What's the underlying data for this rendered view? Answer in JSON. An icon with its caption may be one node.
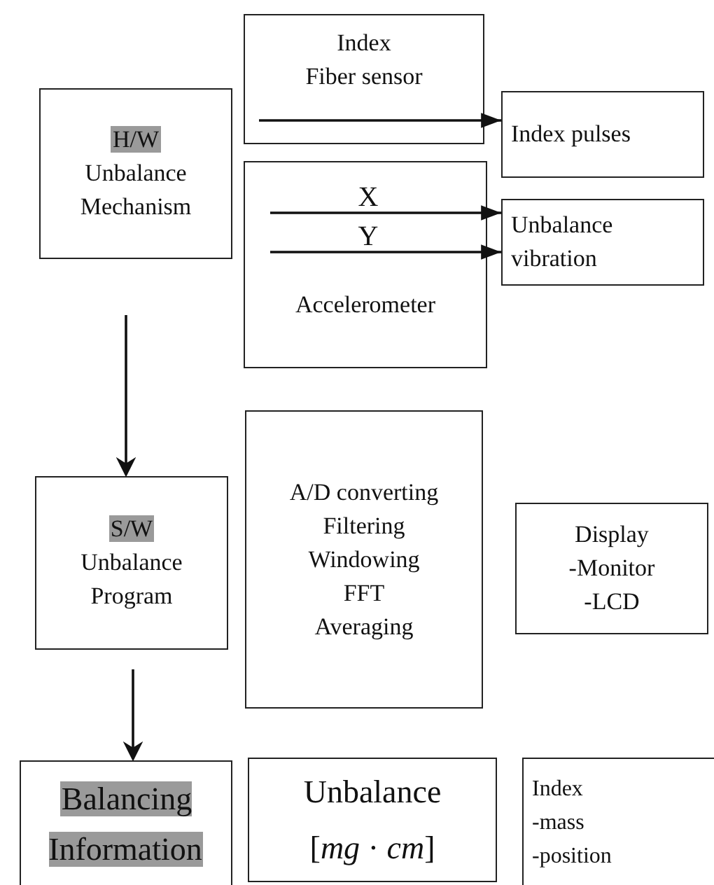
{
  "diagram": {
    "nodes": [
      {
        "text": [
          "H/W",
          "Unbalance Mechanism"
        ]
      },
      {
        "text": [
          "Index",
          "Fiber sensor"
        ]
      },
      {
        "text": [
          "Accelerometer"
        ]
      },
      {
        "text": [
          "Index pulses"
        ]
      },
      {
        "text": [
          "Unbalance vibration"
        ]
      },
      {
        "text": [
          "S/W",
          "Unbalance Program"
        ]
      },
      {
        "text": [
          "A/D converting",
          "Filtering",
          "Windowing",
          "FFT",
          "Averaging"
        ]
      },
      {
        "text": [
          "Display",
          "-Monitor",
          "-LCD"
        ]
      },
      {
        "text": [
          "Balancing Information"
        ]
      },
      {
        "text": [
          "Unbalance",
          "[*mg* · *cm*]"
        ]
      },
      {
        "text": [
          "Index",
          "-mass",
          "-position"
        ]
      }
    ],
    "edges": [
      {
        "from": 1,
        "to": 3,
        "arrow": "to"
      },
      {
        "from": 2,
        "to": 4,
        "arrow": "to",
        "label": "X"
      },
      {
        "from": 2,
        "to": 4,
        "arrow": "to",
        "label": "Y"
      },
      {
        "from": 0,
        "to": 5,
        "arrow": "to"
      },
      {
        "from": 5,
        "to": 8,
        "arrow": "to"
      }
    ]
  }
}
